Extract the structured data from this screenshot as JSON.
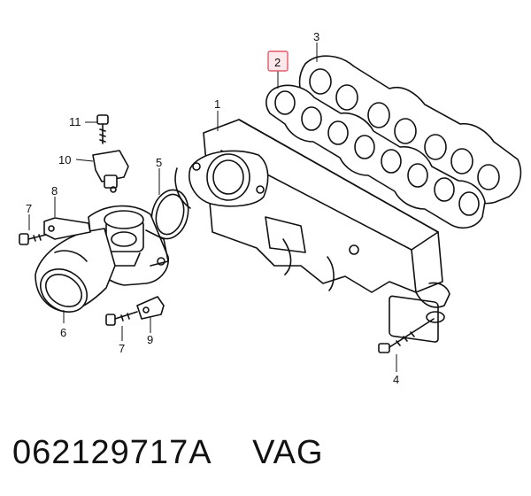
{
  "callouts": {
    "c1": "1",
    "c2": "2",
    "c3": "3",
    "c4": "4",
    "c5": "5",
    "c6": "6",
    "c7a": "7",
    "c7b": "7",
    "c8": "8",
    "c9": "9",
    "c10": "10",
    "c11": "11"
  },
  "highlight_color": "#e05a6a",
  "part_number": "062129717A",
  "brand": "VAG"
}
